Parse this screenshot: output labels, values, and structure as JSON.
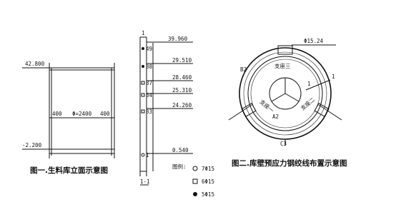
{
  "figure1": {
    "caption": "图一.生料库立面示意图",
    "elev_top": "42.800",
    "elev_bottom": "-2.200",
    "dim_left": "400",
    "dim_mid": "Φ=2400",
    "dim_right": "400"
  },
  "column": {
    "section_mark": "1-1",
    "levels": [
      "39.960",
      "29.510",
      "28.460",
      "25.310",
      "24.260",
      "0.540"
    ],
    "markers": [
      "49",
      "38",
      "37",
      "34",
      "33",
      "1"
    ],
    "top_mark": "1"
  },
  "legend": {
    "title": "图例:",
    "items": [
      {
        "symbol": "circle",
        "label": "7Φ15"
      },
      {
        "symbol": "square",
        "label": "6Φ15"
      },
      {
        "symbol": "dot",
        "label": "5Φ15"
      }
    ]
  },
  "figure2": {
    "caption": "图二.库壁预应力钢绞线布置示意图",
    "diameter_label": "Φ15.24",
    "label_support": "支座三",
    "label_b2": "B2",
    "label_a2": "A2",
    "label_c3": "C3",
    "label_support1": "支座一",
    "label_support2": "支座二",
    "label_one_a": "1",
    "label_one_b": "1"
  }
}
